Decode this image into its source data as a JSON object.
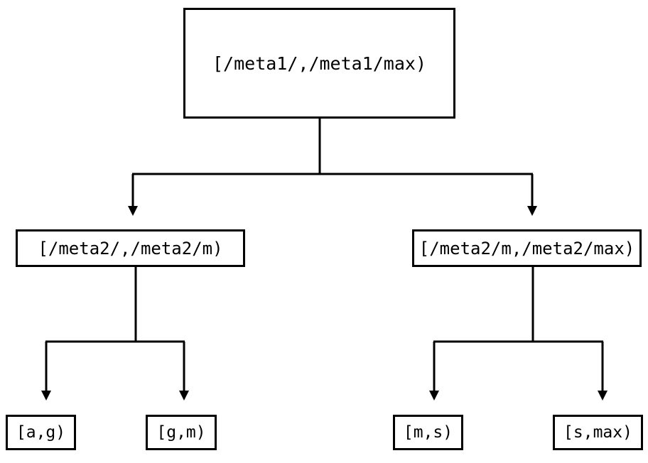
{
  "diagram": {
    "type": "tree",
    "title": "",
    "orientation": "top-down",
    "stroke_color": "#000000",
    "fill_color": "#ffffff",
    "background_color": "#ffffff",
    "edge_style": "orthogonal-elbow",
    "arrowhead": "solid-triangle-down",
    "nodes": {
      "root": {
        "label": "[/meta1/,/meta1/max)"
      },
      "mid_left": {
        "label": "[/meta2/,/meta2/m)"
      },
      "mid_right": {
        "label": "[/meta2/m,/meta2/max)"
      },
      "leaves": [
        {
          "label": "[a,g)"
        },
        {
          "label": "[g,m)"
        },
        {
          "label": "[m,s)"
        },
        {
          "label": "[s,max)"
        }
      ]
    }
  }
}
